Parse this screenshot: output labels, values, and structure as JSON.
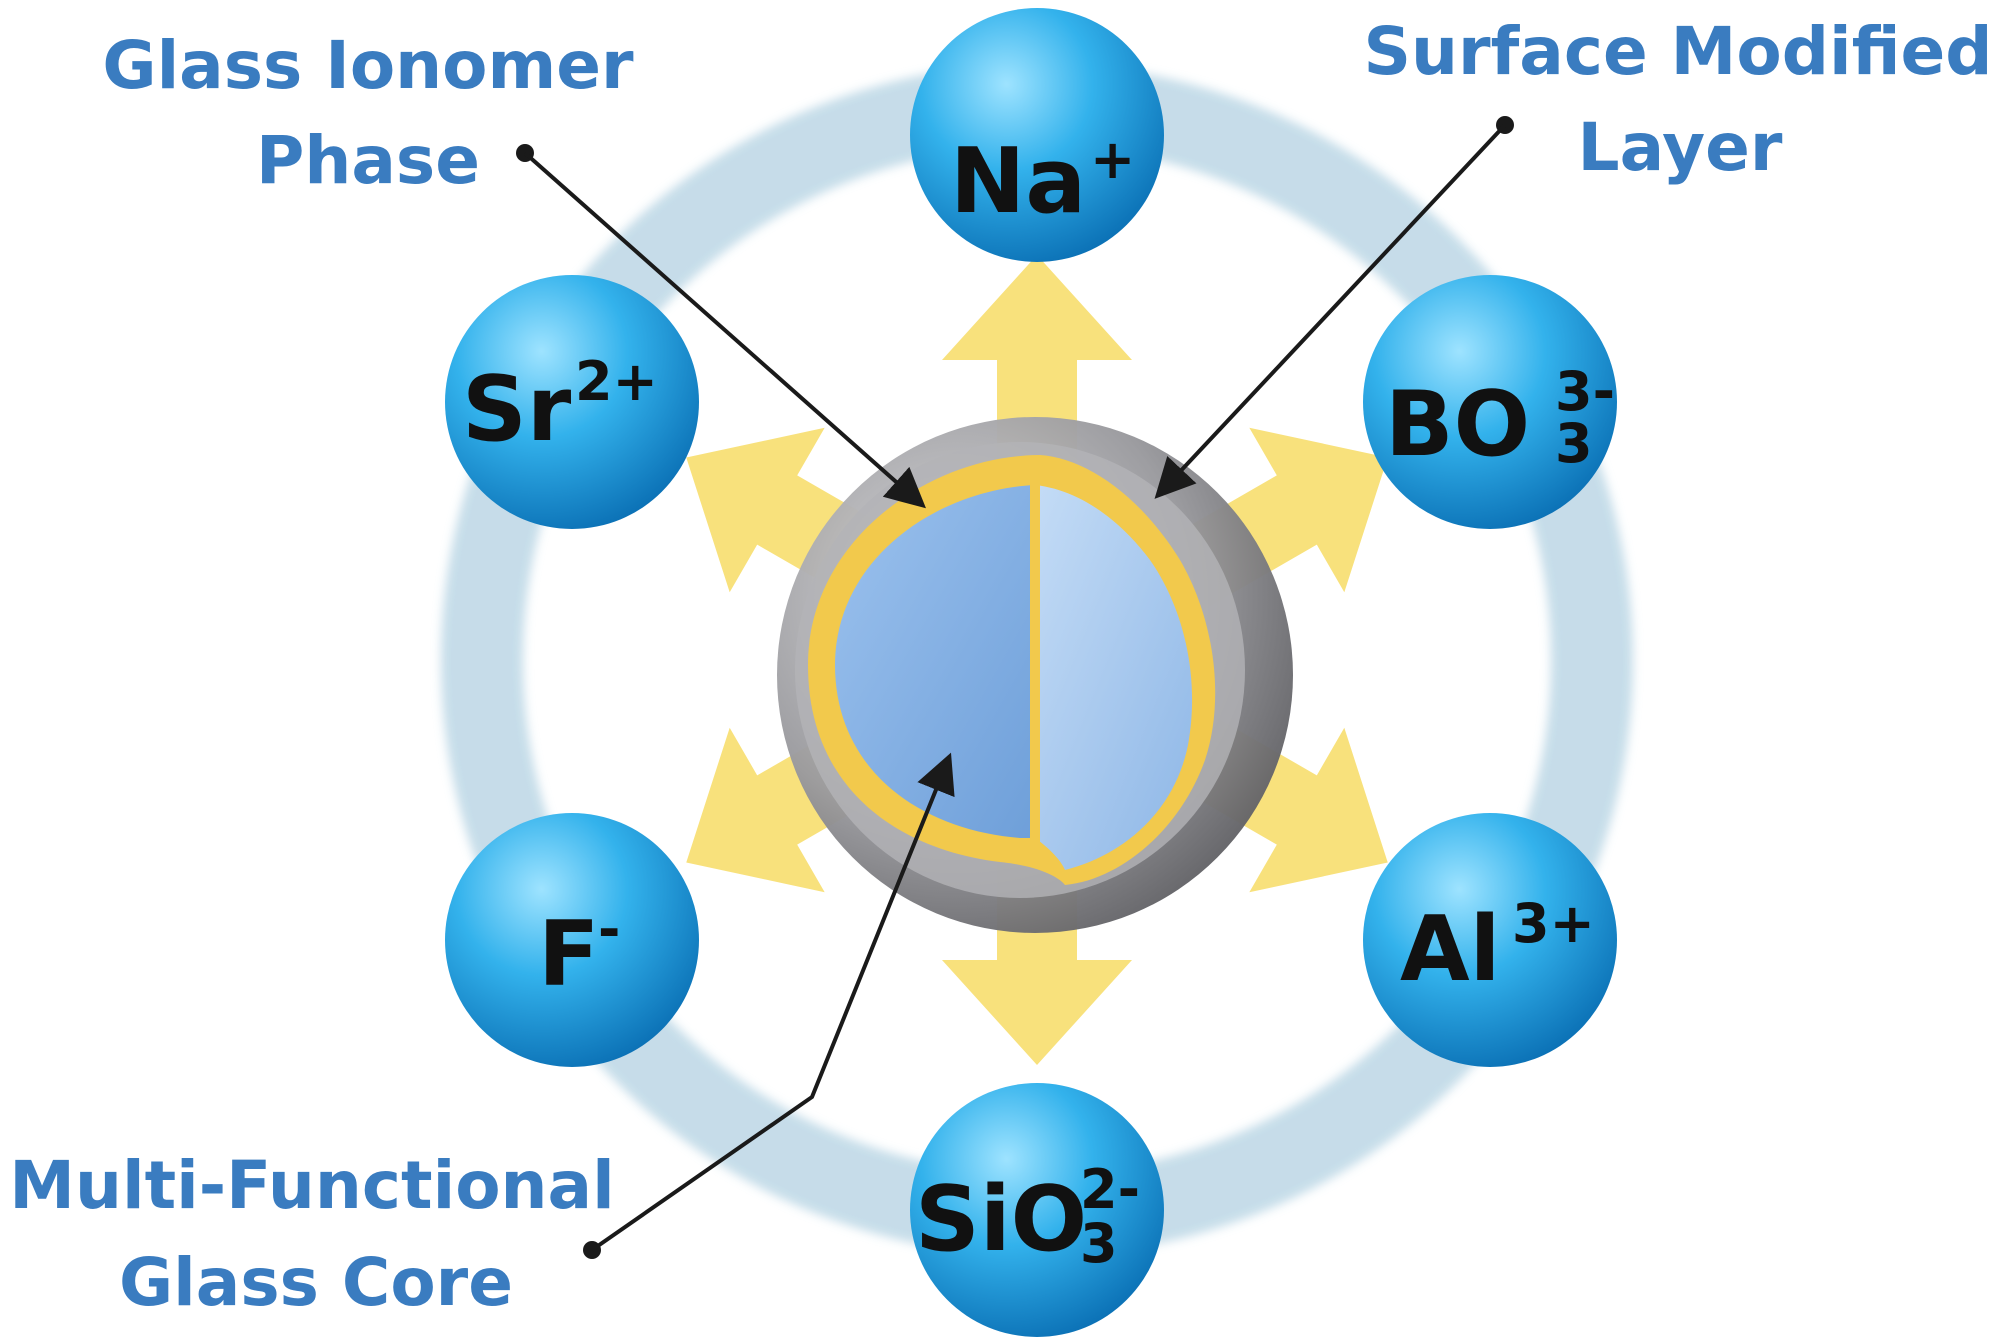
{
  "callouts": {
    "glass_ionomer": {
      "line1": "Glass Ionomer",
      "line2": "Phase"
    },
    "surface_modified": {
      "line1": "Surface Modified",
      "line2": "Layer"
    },
    "core": {
      "line1": "Multi-Functional",
      "line2": "Glass Core"
    }
  },
  "ions": {
    "na": {
      "symbol": "Na",
      "charge": "+"
    },
    "bo3": {
      "symbol": "BO",
      "charge": "3-",
      "subscript": "3"
    },
    "al": {
      "symbol": "Al",
      "charge": "3+"
    },
    "sio3": {
      "symbol": "SiO",
      "charge": "2-",
      "subscript": "3"
    },
    "f": {
      "symbol": "F",
      "charge": "-"
    },
    "sr": {
      "symbol": "Sr",
      "charge": "2+"
    }
  },
  "colors": {
    "callout_text": "#3a7cc0",
    "ion_sphere": "#1fa0e0",
    "ring": "#c3dbe8",
    "arrow": "#f7dd6a",
    "phase_band": "#f2c94c",
    "core": "#7fb0e6",
    "shell": "#8f8f93"
  }
}
